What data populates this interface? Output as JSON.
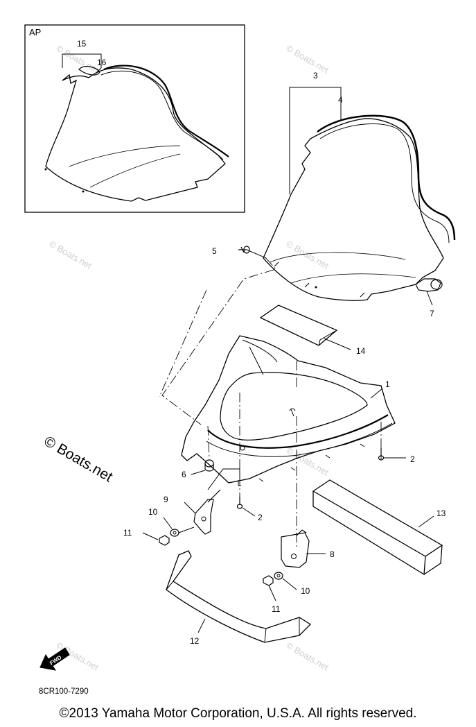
{
  "inset": {
    "label": "AP"
  },
  "watermark": {
    "text": "© Boats.net"
  },
  "callouts": {
    "n1": "1",
    "n2a": "2",
    "n2b": "2",
    "n3": "3",
    "n4": "4",
    "n5": "5",
    "n6": "6",
    "n7": "7",
    "n8": "8",
    "n9": "9",
    "n10a": "10",
    "n10b": "10",
    "n11a": "11",
    "n11b": "11",
    "n12": "12",
    "n13": "13",
    "n14": "14",
    "n15": "15",
    "n16": "16"
  },
  "fwd_arrow": {
    "label": "FWD"
  },
  "diagram_code": "8CR100-7290",
  "copyright": "©2013 Yamaha Motor Corporation, U.S.A. All rights reserved."
}
